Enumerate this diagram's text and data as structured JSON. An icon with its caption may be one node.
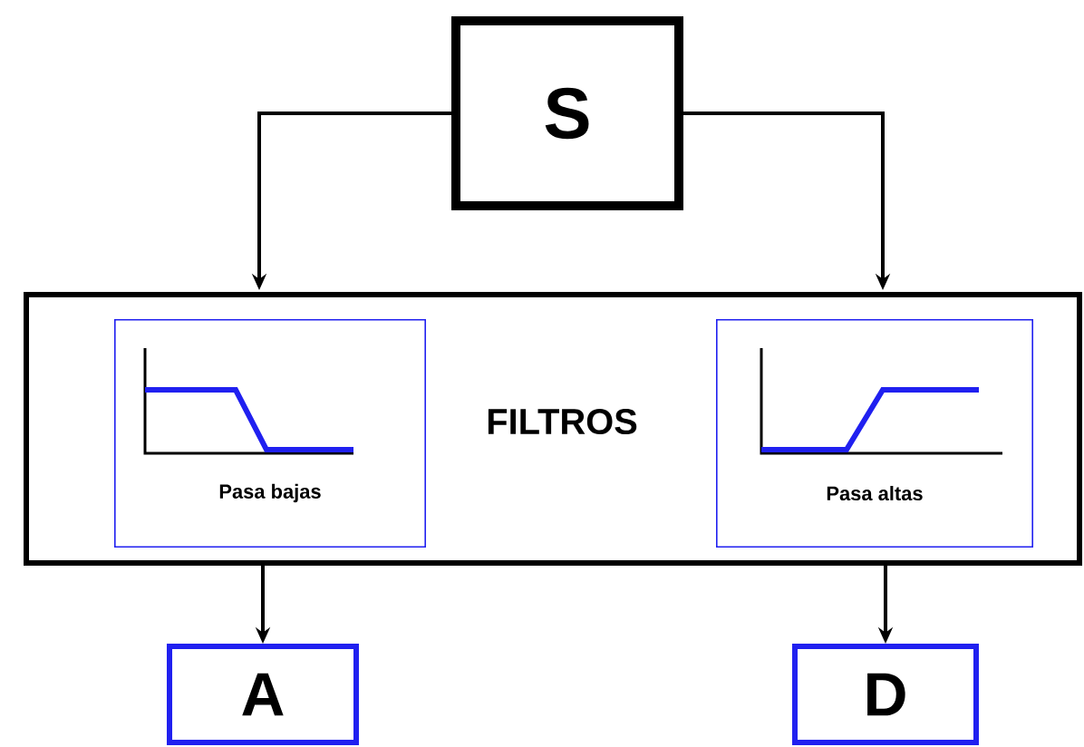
{
  "diagram": {
    "nodes": [
      {
        "text": [
          "S"
        ]
      },
      {
        "text": [
          "FILTROS"
        ]
      },
      {
        "text": [
          "Pasa bajas"
        ],
        "in": 1
      },
      {
        "text": [
          "Pasa altas"
        ],
        "in": 1
      },
      {
        "text": [
          "A"
        ]
      },
      {
        "text": [
          "D"
        ]
      }
    ],
    "edges": [
      {
        "from": 0,
        "to": 1,
        "arrow": "to"
      },
      {
        "from": 0,
        "to": 1,
        "arrow": "to"
      },
      {
        "from": 1,
        "to": 4,
        "arrow": "to"
      },
      {
        "from": 1,
        "to": 5,
        "arrow": "to"
      }
    ]
  }
}
